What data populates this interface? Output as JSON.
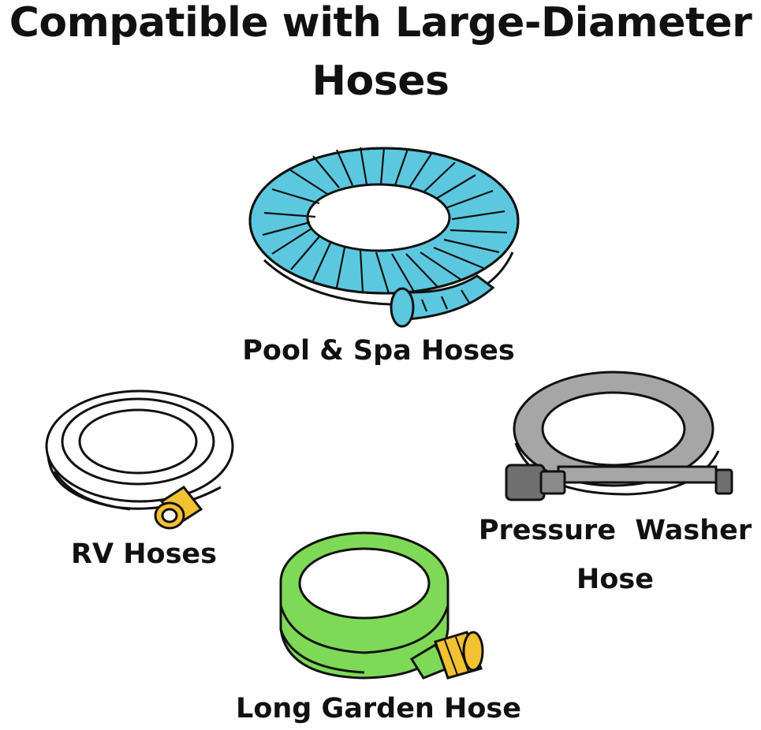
{
  "header": {
    "title_line1": "Compatible with Large-Diameter",
    "title_line2": "Hoses"
  },
  "hoses": {
    "pool": {
      "label": "Pool & Spa Hoses",
      "color": "#5bc8e0",
      "icon": "pool-spa-hose-icon"
    },
    "rv": {
      "label": "RV Hoses",
      "color": "#ffffff",
      "icon": "rv-hose-icon"
    },
    "pressure": {
      "label_line1": "Pressure  Washer",
      "label_line2": "Hose",
      "color": "#a6a6a6",
      "icon": "pressure-washer-hose-icon"
    },
    "garden": {
      "label": "Long Garden Hose",
      "color": "#7ed957",
      "icon": "garden-hose-icon"
    }
  },
  "fitting_color": "#f2c233"
}
